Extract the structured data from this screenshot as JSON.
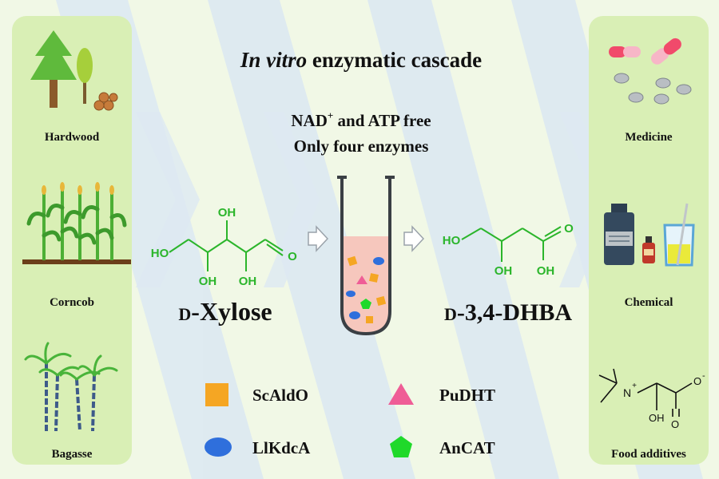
{
  "title": {
    "italic": "In vitro",
    "rest": " enzymatic cascade"
  },
  "subtitle": {
    "line1_a": "NAD",
    "line1_sup": "+",
    "line1_b": " and ATP free",
    "line2": "Only four enzymes"
  },
  "sources": [
    "Hardwood",
    "Corncob",
    "Bagasse"
  ],
  "products": [
    "Medicine",
    "Chemical",
    "Food additives"
  ],
  "substrate": {
    "prefix": "D",
    "name": "-Xylose",
    "atoms": {
      "oh_top": "OH",
      "ho_left": "HO",
      "oh_bottom_left": "OH",
      "oh_bottom_right": "OH",
      "o_aldehyde": "O"
    }
  },
  "product_molecule": {
    "prefix": "D",
    "name": "-3,4-DHBA",
    "atoms": {
      "ho_left": "HO",
      "oh_bottom": "OH",
      "oh_acid": "OH",
      "o_acid": "O"
    }
  },
  "carnitine_atoms": {
    "n": "N",
    "n_charge": "+",
    "oh": "OH",
    "o_single": "O",
    "o_charge": "-",
    "o_double": "O"
  },
  "enzymes": [
    {
      "name": "ScAldO",
      "shape": "square",
      "color": "#f5a623"
    },
    {
      "name": "PuDHT",
      "shape": "triangle",
      "color": "#ef5d96"
    },
    {
      "name": "LlKdcA",
      "shape": "ellipse",
      "color": "#2f6fdc"
    },
    {
      "name": "AnCAT",
      "shape": "pentagon",
      "color": "#1fd92a"
    }
  ],
  "colors": {
    "background": "#f1f8e6",
    "panel": "#d9efb5",
    "stripe": "#dde9f2",
    "chem_green": "#2bb52b",
    "tube_fill": "#f6c7bd"
  }
}
